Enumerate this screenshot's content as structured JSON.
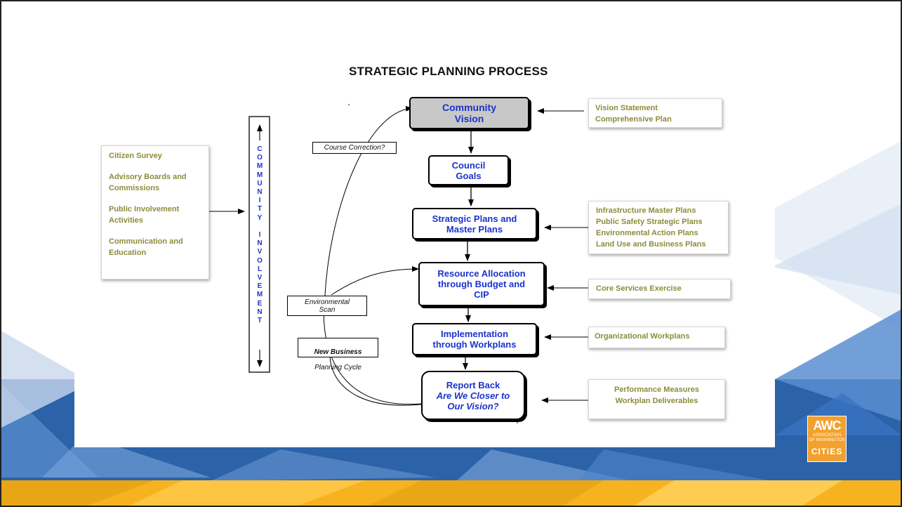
{
  "title": "STRATEGIC PLANNING PROCESS",
  "process_boxes": {
    "community_vision": "Community\nVision",
    "council_goals": "Council\nGoals",
    "strategic_plans": "Strategic Plans and\nMaster Plans",
    "resource_allocation": "Resource Allocation\nthrough Budget and\nCIP",
    "implementation": "Implementation\nthrough Workplans",
    "report_back_title": "Report Back",
    "report_back_sub": "Are We Closer to\nOur Vision?"
  },
  "left_notes": [
    "Citizen Survey",
    "Advisory Boards and",
    "Commissions",
    "Public Involvement",
    "Activities",
    "Communication and",
    "Education"
  ],
  "right_notes": {
    "vision": [
      "Vision Statement",
      "Comprehensive Plan"
    ],
    "strategic": [
      "Infrastructure Master Plans",
      "Public Safety Strategic Plans",
      "Environmental Action Plans",
      "Land Use and Business Plans"
    ],
    "core": [
      "Core Services Exercise"
    ],
    "workplans": [
      "Organizational Workplans"
    ],
    "performance": [
      "Performance Measures",
      "Workplan Deliverables"
    ]
  },
  "loop_labels": {
    "course_correction": "Course Correction?",
    "environmental_scan": "Environmental\nScan",
    "new_business_bold": "New Business",
    "new_business_rest": "Planning Cycle"
  },
  "vertical_label": "COMMUNITY INVOLVEMENT",
  "logo": {
    "awc": "AWC",
    "assoc": "ASSOCIATION\nOF WASHINGTON",
    "cities": "CITiES"
  },
  "colors": {
    "box_text": "#1a33cc",
    "note_text": "#8c8c3c",
    "grey_box": "#c8c8c8",
    "brand_orange": "#f2a12e",
    "brand_blue": "#2e6fbf"
  }
}
